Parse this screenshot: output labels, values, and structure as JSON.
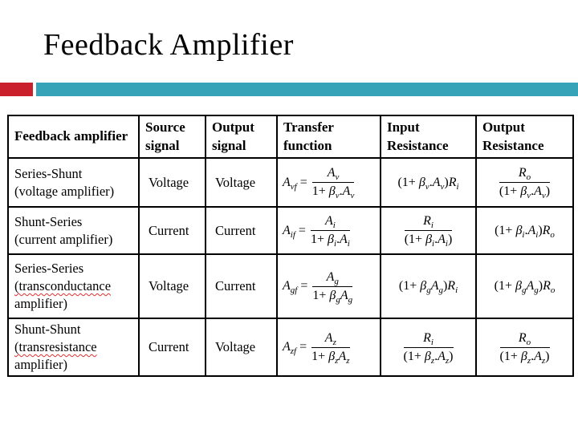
{
  "slide": {
    "title": "Feedback Amplifier"
  },
  "accent": {
    "red": "#C9202B",
    "teal": "#37A3B8"
  },
  "table": {
    "headers": [
      "Feedback amplifier",
      "Source signal",
      "Output signal",
      "Transfer function",
      "Input Resistance",
      "Output Resistance"
    ],
    "rows": [
      {
        "label": [
          {
            "text": "Series-Shunt"
          },
          {
            "text": "(voltage amplifier)"
          }
        ],
        "source": "Voltage",
        "output": "Voltage",
        "transfer": {
          "lead": "A{vf} =",
          "num": "A{v}",
          "den": "1+ β{v}.A{v}"
        },
        "input_res": {
          "text": "(1+ β{v}.A{v})R{i}"
        },
        "output_res": {
          "num": "R{o}",
          "den": "(1+ β{v}.A{v})"
        }
      },
      {
        "label": [
          {
            "text": "Shunt-Series"
          },
          {
            "text": "(current amplifier)"
          }
        ],
        "source": "Current",
        "output": "Current",
        "transfer": {
          "lead": "A{if} =",
          "num": "A{i}",
          "den": "1+ β{i}.A{i}"
        },
        "input_res": {
          "num": "R{i}",
          "den": "(1+ β{i}.A{i})"
        },
        "output_res": {
          "text": "(1+ β{i}.A{i})R{o}"
        }
      },
      {
        "label": [
          {
            "text": "Series-Series"
          },
          {
            "text": "(transconductance",
            "wavy": true
          },
          {
            "text": "amplifier)"
          }
        ],
        "source": "Voltage",
        "output": "Current",
        "transfer": {
          "lead": "A{gf} =",
          "num": "A{g}",
          "den": "1+ β{g}A{g}"
        },
        "input_res": {
          "text": "(1+ β{g}A{g})R{i}"
        },
        "output_res": {
          "text": "(1+ β{g}A{g})R{o}"
        }
      },
      {
        "label": [
          {
            "text": "Shunt-Shunt"
          },
          {
            "text": "(transresistance",
            "wavy": true
          },
          {
            "text": "amplifier)"
          }
        ],
        "source": "Current",
        "output": "Voltage",
        "transfer": {
          "lead": "A{zf} =",
          "num": "A{z}",
          "den": "1+ β{z}A{z}"
        },
        "input_res": {
          "num": "R{i}",
          "den": "(1+ β{z}.A{z})"
        },
        "output_res": {
          "num": "R{o}",
          "den": "(1+ β{z}.A{z})"
        }
      }
    ]
  }
}
